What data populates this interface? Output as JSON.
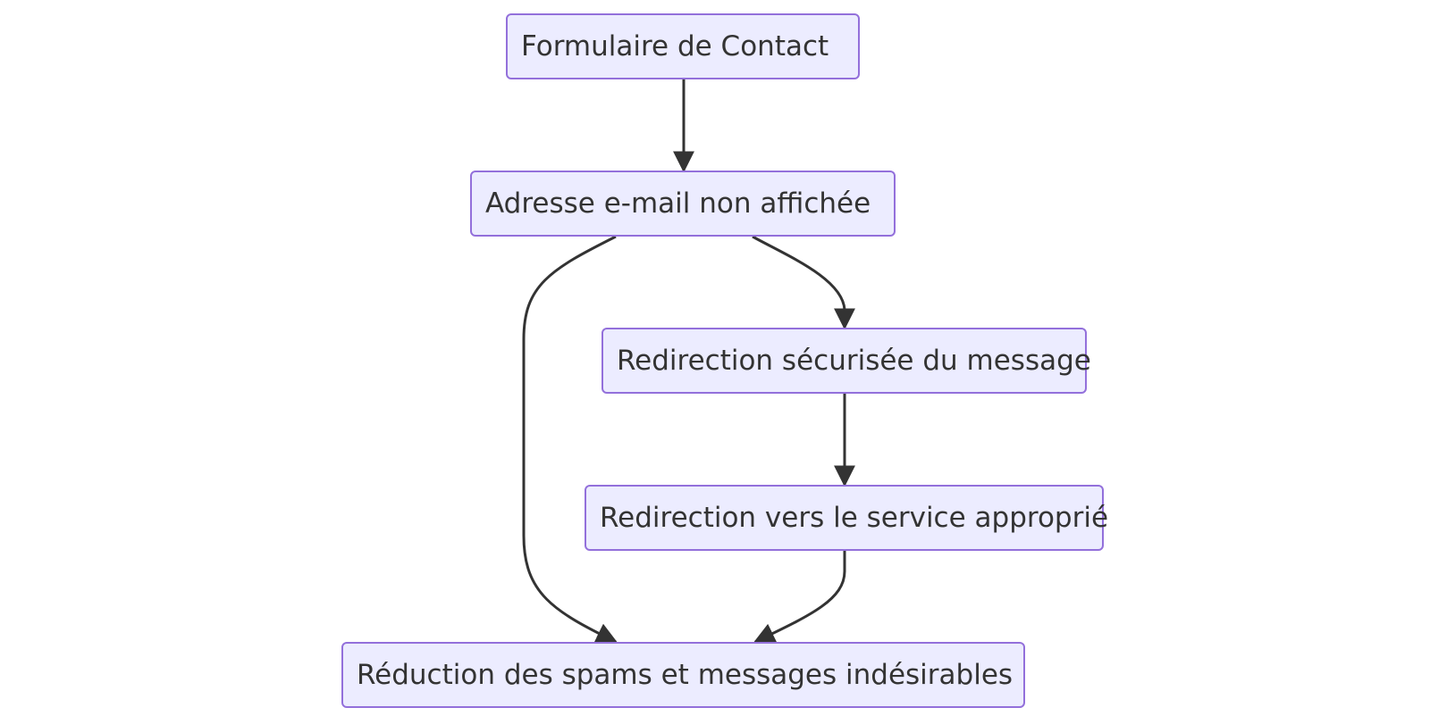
{
  "diagram": {
    "type": "flowchart",
    "direction": "top-down",
    "colors": {
      "node_fill": "#ececff",
      "node_border": "#9370db",
      "text": "#333333",
      "edge": "#333333"
    },
    "nodes": {
      "formulaire": {
        "label": "Formulaire de Contact"
      },
      "adresse": {
        "label": "Adresse e-mail non affichée"
      },
      "securisee": {
        "label": "Redirection sécurisée du message"
      },
      "service": {
        "label": "Redirection vers le service approprié"
      },
      "reduction": {
        "label": "Réduction des spams et messages indésirables"
      }
    },
    "edges": [
      {
        "from": "Formulaire de Contact",
        "to": "Adresse e-mail non affichée"
      },
      {
        "from": "Adresse e-mail non affichée",
        "to": "Redirection sécurisée du message"
      },
      {
        "from": "Adresse e-mail non affichée",
        "to": "Réduction des spams et messages indésirables"
      },
      {
        "from": "Redirection sécurisée du message",
        "to": "Redirection vers le service approprié"
      },
      {
        "from": "Redirection vers le service approprié",
        "to": "Réduction des spams et messages indésirables"
      }
    ]
  }
}
